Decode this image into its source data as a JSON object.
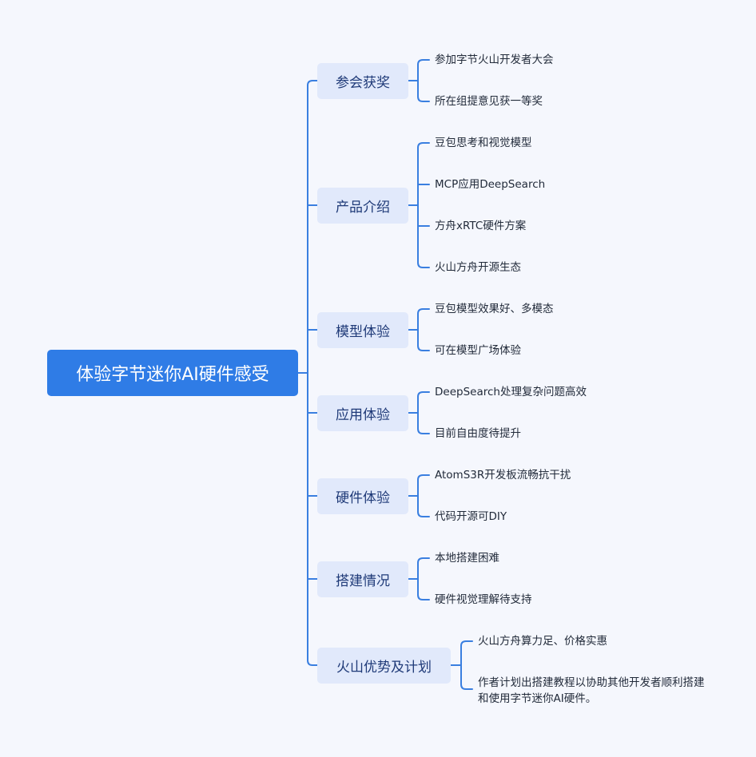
{
  "root": {
    "label": "体验字节迷你AI硬件感受"
  },
  "branches": [
    {
      "label": "参会获奖",
      "children": [
        "参加字节火山开发者大会",
        "所在组提意见获一等奖"
      ]
    },
    {
      "label": "产品介绍",
      "children": [
        "豆包思考和视觉模型",
        "MCP应用DeepSearch",
        "方舟xRTC硬件方案",
        "火山方舟开源生态"
      ]
    },
    {
      "label": "模型体验",
      "children": [
        "豆包模型效果好、多模态",
        "可在模型广场体验"
      ]
    },
    {
      "label": "应用体验",
      "children": [
        "DeepSearch处理复杂问题高效",
        "目前自由度待提升"
      ]
    },
    {
      "label": "硬件体验",
      "children": [
        "AtomS3R开发板流畅抗干扰",
        "代码开源可DIY"
      ]
    },
    {
      "label": "搭建情况",
      "children": [
        "本地搭建困难",
        "硬件视觉理解待支持"
      ]
    },
    {
      "label": "火山优势及计划",
      "children": [
        "火山方舟算力足、价格实惠",
        "作者计划出搭建教程以协助其他开发者顺利搭建和使用字节迷你AI硬件。"
      ]
    }
  ],
  "colors": {
    "connector": "#3a7fe0",
    "root_bg": "#2f7ce6",
    "branch_bg": "#e1e9fb"
  }
}
